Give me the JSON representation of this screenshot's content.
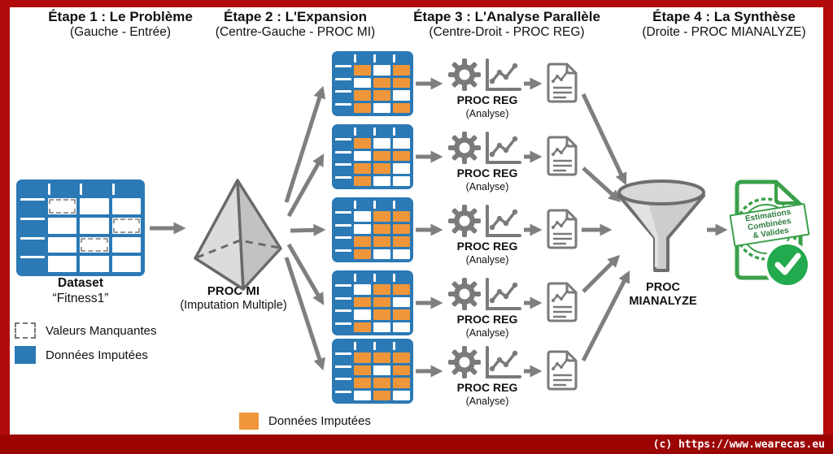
{
  "colors": {
    "blue": "#2b79b5",
    "orange": "#f0963a",
    "arrow_gray": "#7f7f7f",
    "icon_gray": "#7a7a7a",
    "shape_stroke_gray": "#6a6a6a",
    "green": "#3aa04a",
    "check_green": "#23a94e",
    "red_border": "#b30b0b",
    "red_bottom": "#9c0404"
  },
  "headers": [
    {
      "title": "Étape 1 : Le Problème",
      "subtitle": "(Gauche - Entrée)"
    },
    {
      "title": "Étape 2 : L'Expansion",
      "subtitle": "(Centre-Gauche - PROC MI)"
    },
    {
      "title": "Étape 3 : L'Analyse Parallèle",
      "subtitle": "(Centre-Droit - PROC REG)"
    },
    {
      "title": "Étape 4 : La Synthèse",
      "subtitle": "(Droite - PROC MIANALYZE)"
    }
  ],
  "step1": {
    "dataset_label": "Dataset",
    "dataset_name": "“Fitness1”",
    "missing_cells": [
      [
        0,
        0
      ],
      [
        1,
        2
      ],
      [
        2,
        1
      ]
    ],
    "legend": [
      {
        "swatch": "dashed",
        "label": "Valeurs Manquantes"
      },
      {
        "swatch": "blue",
        "label": "Données Imputées"
      }
    ]
  },
  "step2": {
    "label": "PROC MI",
    "sublabel": "(Imputation Multiple)",
    "tables": [
      {
        "pattern": [
          "owo",
          "woo",
          "oow",
          "owo"
        ]
      },
      {
        "pattern": [
          "oww",
          "woo",
          "oow",
          "oww"
        ]
      },
      {
        "pattern": [
          "woo",
          "woo",
          "ooo",
          "oww"
        ]
      },
      {
        "pattern": [
          "woo",
          "oow",
          "woo",
          "oww"
        ]
      },
      {
        "pattern": [
          "ooo",
          "owo",
          "ooo",
          "wow"
        ]
      }
    ]
  },
  "step3": {
    "label": "PROC REG",
    "sublabel": "(Analyse)"
  },
  "step4": {
    "funnel_label_line1": "PROC",
    "funnel_label_line2": "MIANALYZE",
    "stamp": [
      "Estimations",
      "Combinées",
      "& Valides"
    ]
  },
  "bottom_legend": {
    "label": "Données Imputées"
  },
  "footer": {
    "copyright": "(c) https://www.wearecas.eu"
  }
}
